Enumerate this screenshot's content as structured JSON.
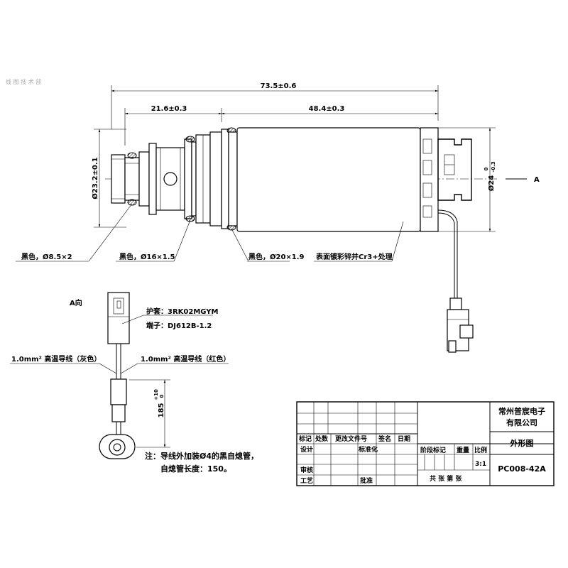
{
  "top_left_text": "线 图 技 术 部",
  "dimensions": {
    "overall_length": "73.5±0.6",
    "left_length": "21.6±0.3",
    "right_length": "48.4±0.3",
    "diameter_left": "Ø23.2±0.1",
    "diameter_right_main": "Ø24",
    "diameter_right_tol_upper": "0",
    "diameter_right_tol_lower": "-0.3",
    "lead_length_main": "185",
    "lead_length_tol_upper": "+10",
    "lead_length_tol_lower": "0"
  },
  "view_marker": "A",
  "view_label": "A向",
  "callouts": {
    "oring_1": "黑色，Ø8.5×2",
    "oring_2": "黑色，Ø16×1.5",
    "oring_3": "黑色，Ø20×1.9",
    "surface": "表面镀彩锌并Cr3+处理",
    "sheath": "护套：3RK02MGYM",
    "terminal": "端子：DJ612B-1.2",
    "wire_grey": "1.0mm² 高温导线（灰色）",
    "wire_red": "1.0mm² 高温导线（红色）",
    "note_line1": "注：导线外加装Ø4的黑自熄管，",
    "note_line2": "自熄管长度：150。"
  },
  "title_block": {
    "company_line1": "常州普宸电子",
    "company_line2": "有限公司",
    "drawing_title": "外形图",
    "drawing_number": "PC008-42A",
    "scale": "3:1",
    "labels": {
      "mark": "标记",
      "count": "处数",
      "change_doc": "更改文件号",
      "signature": "签名",
      "date": "日期",
      "design": "设计",
      "standardize": "标准化",
      "stage_mark": "阶段标记",
      "weight": "重量",
      "ratio": "比例",
      "review": "审核",
      "process": "工艺",
      "approve": "批准",
      "sheets": "共   张   第   张"
    }
  }
}
